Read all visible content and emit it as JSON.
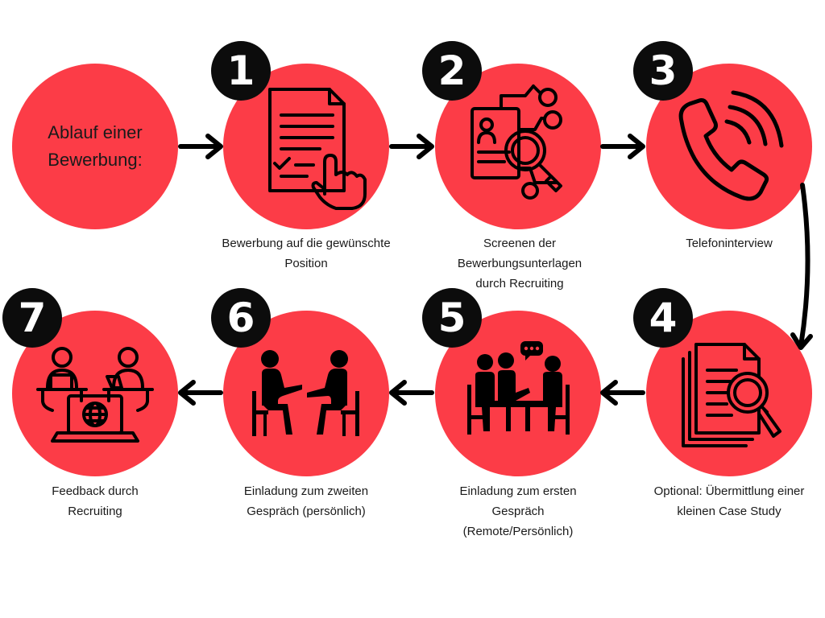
{
  "title": "Ablauf einer Bewerbung:",
  "colors": {
    "circle": "#fc3c47",
    "badge": "#0c0c0c",
    "ink": "#000000",
    "text": "#1a1a1a"
  },
  "steps": [
    {
      "number": "1",
      "caption": "Bewerbung auf die gewünschte Position",
      "icon": "document-hand-icon"
    },
    {
      "number": "2",
      "caption": "Screenen der Bewerbungsunterlagen durch Recruiting",
      "icon": "profile-search-icon"
    },
    {
      "number": "3",
      "caption": "Telefoninterview",
      "icon": "phone-icon"
    },
    {
      "number": "4",
      "caption": "Optional: Übermittlung einer kleinen Case Study",
      "icon": "documents-search-icon"
    },
    {
      "number": "5",
      "caption": "Einladung zum ersten Gespräch (Remote/Persönlich)",
      "icon": "group-meeting-icon"
    },
    {
      "number": "6",
      "caption": "Einladung zum zweiten Gespräch (persönlich)",
      "icon": "interview-icon"
    },
    {
      "number": "7",
      "caption": "Feedback durch Recruiting",
      "icon": "online-meeting-icon"
    }
  ]
}
